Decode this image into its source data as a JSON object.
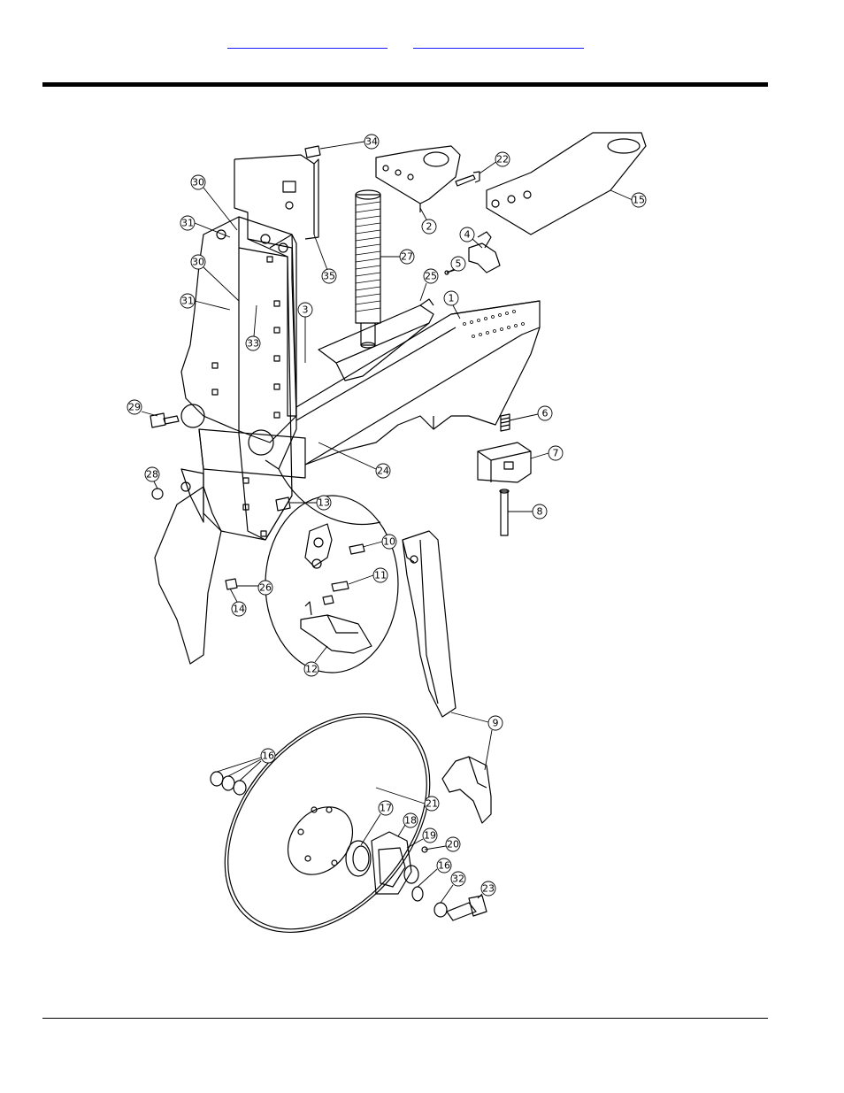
{
  "header": {
    "links": [
      {
        "label": ""
      },
      {
        "label": ""
      }
    ]
  },
  "diagram": {
    "callouts": [
      "1",
      "2",
      "3",
      "4",
      "5",
      "6",
      "7",
      "8",
      "9",
      "10",
      "11",
      "12",
      "13",
      "14",
      "15",
      "16",
      "17",
      "18",
      "19",
      "20",
      "21",
      "22",
      "23",
      "24",
      "25",
      "26",
      "27",
      "28",
      "29",
      "30",
      "31",
      "32",
      "33",
      "34",
      "35"
    ]
  },
  "colors": {
    "line": "#000000",
    "link": "#1a1aff",
    "background": "#ffffff"
  }
}
